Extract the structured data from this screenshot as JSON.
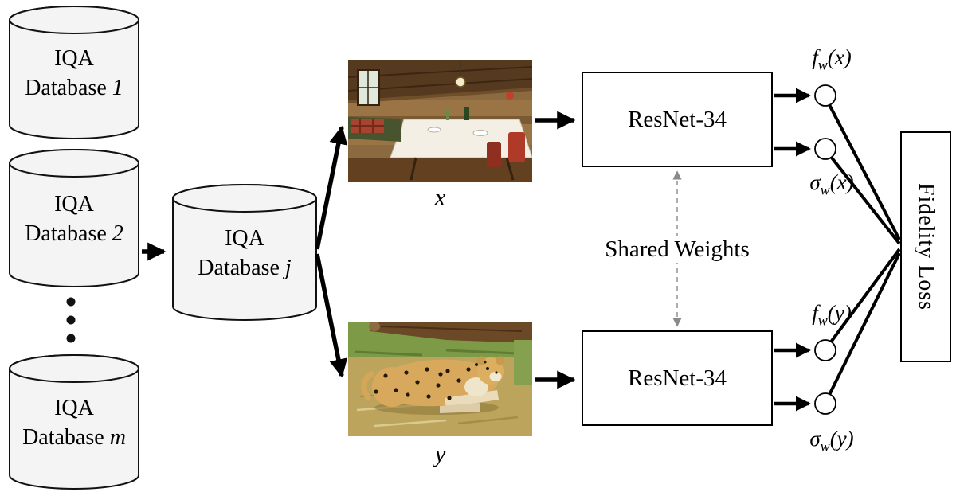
{
  "diagram": {
    "databases": [
      {
        "line1": "IQA",
        "line2": "Database",
        "index": "1"
      },
      {
        "line1": "IQA",
        "line2": "Database",
        "index": "2"
      },
      {
        "line1": "IQA",
        "line2": "Database",
        "index": "m"
      }
    ],
    "selected_database": {
      "line1": "IQA",
      "line2": "Database",
      "index": "j"
    },
    "image_x_label": "x",
    "image_y_label": "y",
    "resnet_top_label": "ResNet-34",
    "resnet_bottom_label": "ResNet-34",
    "shared_weights_label": "Shared Weights",
    "fidelity_loss_label": "Fidelity Loss",
    "outputs": [
      {
        "fn": "f",
        "sub": "w",
        "arg": "(x)"
      },
      {
        "fn": "σ",
        "sub": "w",
        "arg": "(x)"
      },
      {
        "fn": "f",
        "sub": "w",
        "arg": "(y)"
      },
      {
        "fn": "σ",
        "sub": "w",
        "arg": "(y)"
      }
    ],
    "colors": {
      "arrow": "#000000",
      "cylinder_fill": "#f4f4f4",
      "box_fill": "#ffffff",
      "dashed_line": "#8a8a8a"
    }
  }
}
